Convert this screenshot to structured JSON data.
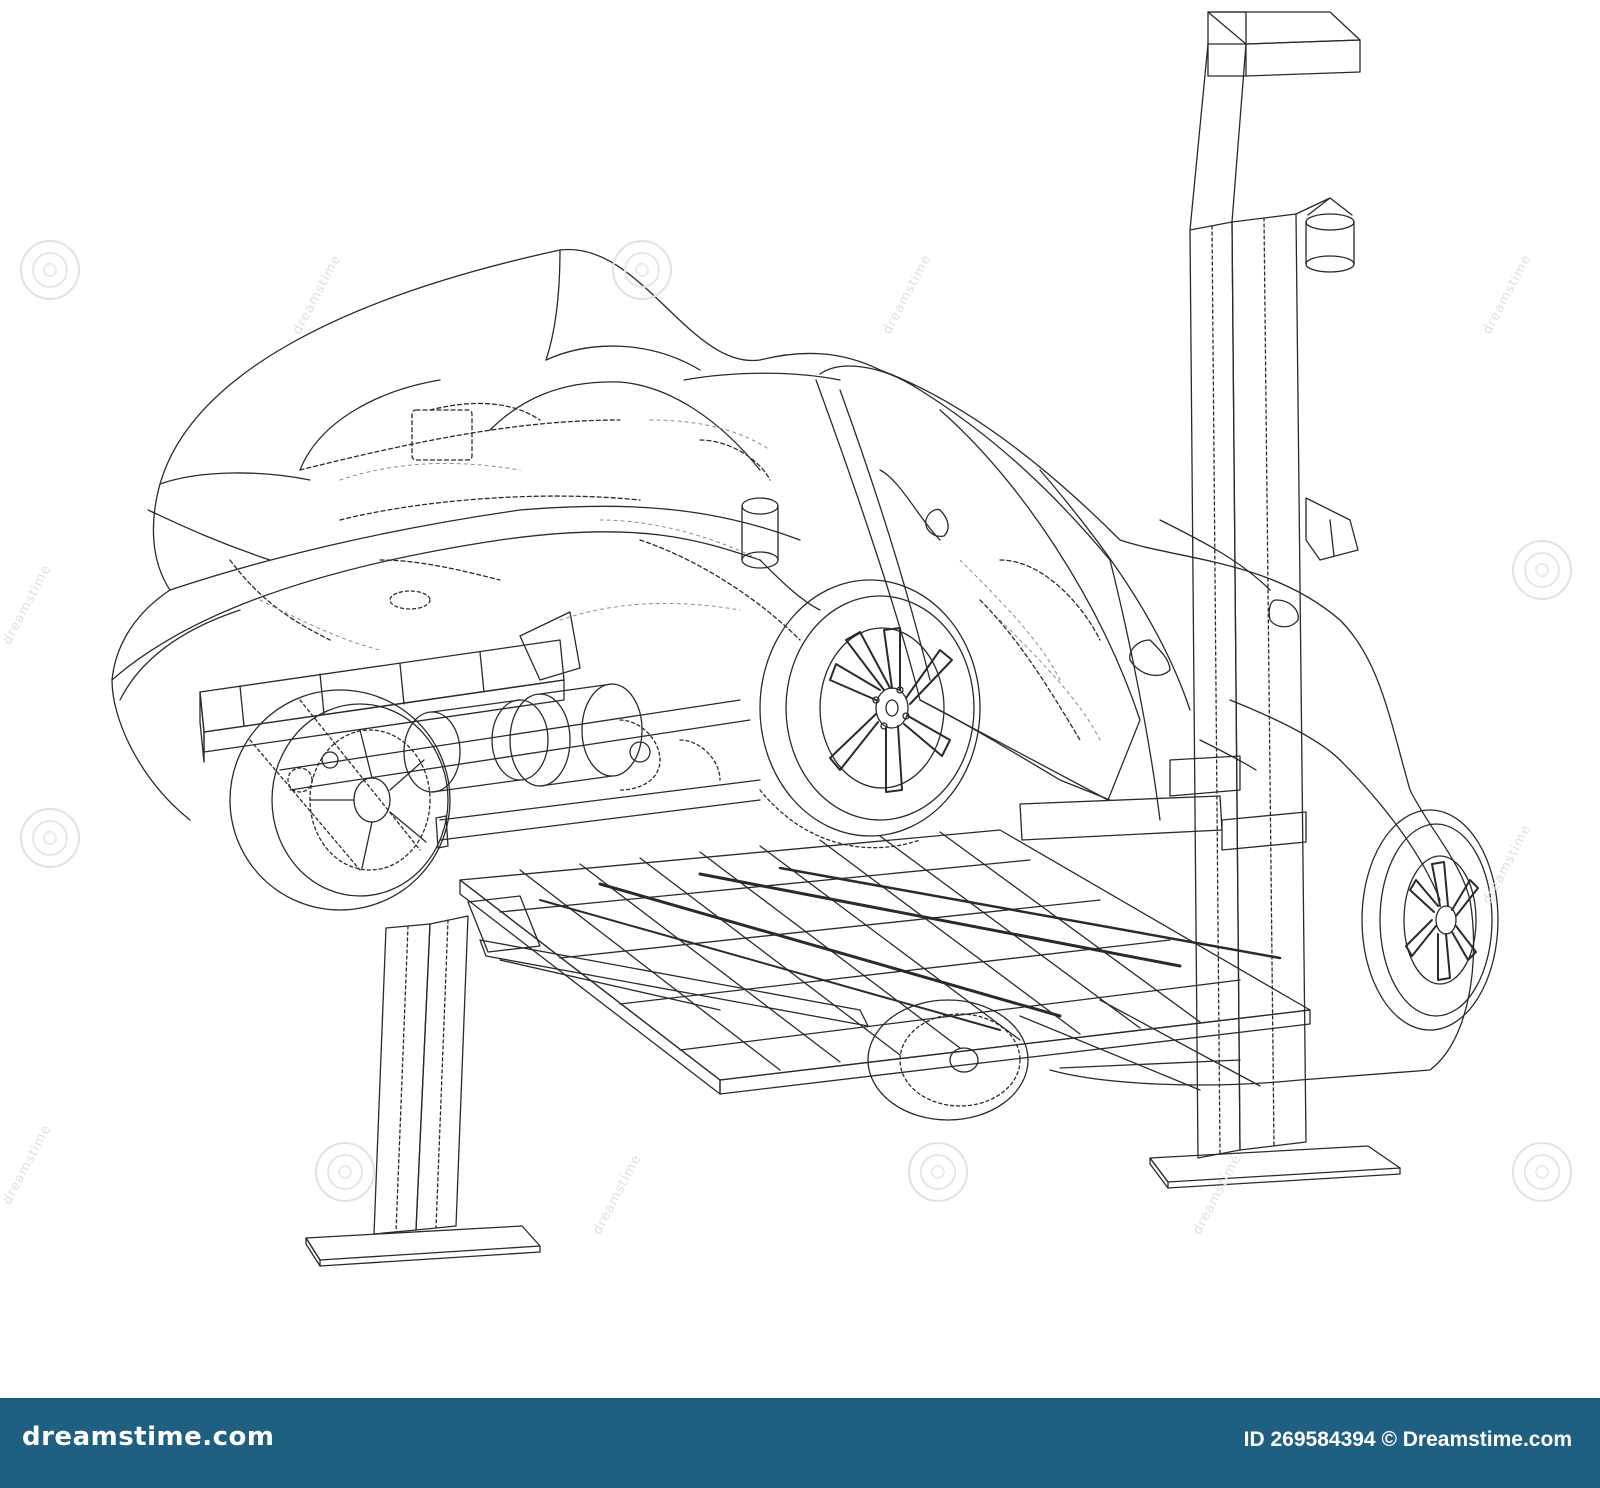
{
  "image": {
    "subject": "car-on-two-post-lift-wireframe",
    "line_color": "#2a2a2a",
    "background_color": "#ffffff"
  },
  "watermark": {
    "text": "dreamstime",
    "icon": "dreamstime-spiral-icon",
    "color": "#e2e2e2"
  },
  "footer": {
    "logo_text": "dreamstime.com",
    "id_text": "ID 269584394 © Dreamstime.com",
    "background_color": "#1f5f82",
    "text_color": "#ffffff"
  }
}
